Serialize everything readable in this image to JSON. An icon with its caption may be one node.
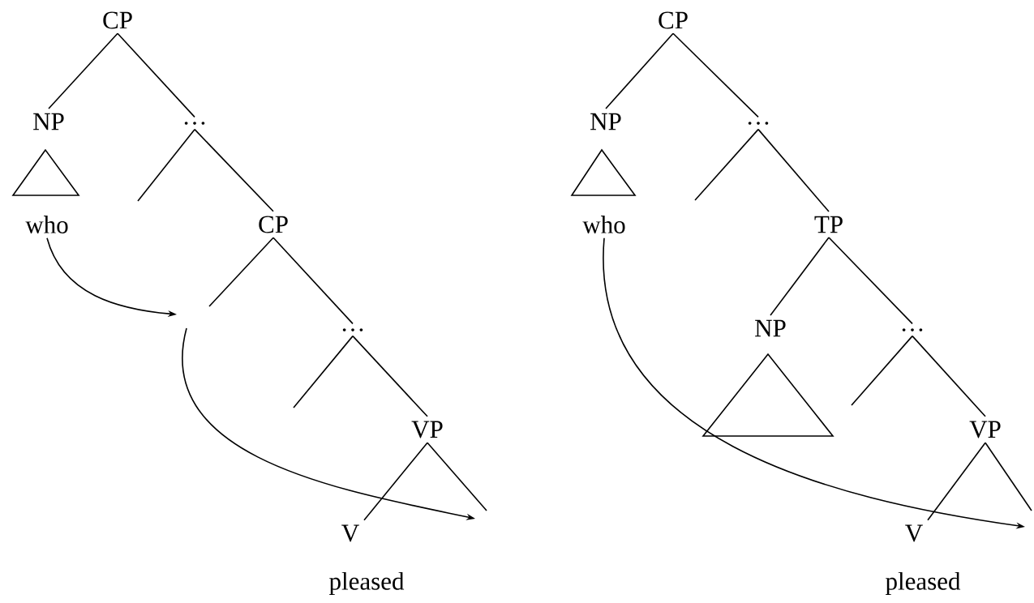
{
  "diagram": {
    "nodes": [
      {
        "text": [
          "CP"
        ]
      },
      {
        "text": [
          "NP"
        ]
      },
      {
        "text": [],
        "shape": "triangle"
      },
      {
        "text": [
          "…"
        ]
      },
      {
        "text": [
          "who"
        ]
      },
      {
        "text": [
          "CP"
        ]
      },
      {
        "text": [
          "…"
        ]
      },
      {
        "text": [
          "VP"
        ]
      },
      {
        "text": [
          "V"
        ]
      },
      {
        "text": [
          "pleased"
        ]
      },
      {
        "text": [
          "CP"
        ]
      },
      {
        "text": [
          "NP"
        ]
      },
      {
        "text": [],
        "shape": "triangle"
      },
      {
        "text": [
          "…"
        ]
      },
      {
        "text": [
          "who"
        ]
      },
      {
        "text": [
          "TP"
        ]
      },
      {
        "text": [
          "NP"
        ]
      },
      {
        "text": [],
        "shape": "triangle"
      },
      {
        "text": [
          "…"
        ]
      },
      {
        "text": [
          "VP"
        ]
      },
      {
        "text": [
          "V"
        ]
      },
      {
        "text": [
          "pleased"
        ]
      }
    ],
    "edges": [
      {
        "from": 0,
        "to": 1,
        "arrow": "none"
      },
      {
        "from": 0,
        "to": 3,
        "arrow": "none"
      },
      {
        "from": 3,
        "to": null,
        "arrow": "none"
      },
      {
        "from": 3,
        "to": 5,
        "arrow": "none"
      },
      {
        "from": 5,
        "to": null,
        "arrow": "none"
      },
      {
        "from": 5,
        "to": 6,
        "arrow": "none"
      },
      {
        "from": 6,
        "to": null,
        "arrow": "none"
      },
      {
        "from": 6,
        "to": 7,
        "arrow": "none"
      },
      {
        "from": 7,
        "to": 8,
        "arrow": "none"
      },
      {
        "from": 7,
        "to": null,
        "arrow": "none"
      },
      {
        "from": 4,
        "to": null,
        "arrow": "to"
      },
      {
        "from": 10,
        "to": 11,
        "arrow": "none"
      },
      {
        "from": 10,
        "to": 13,
        "arrow": "none"
      },
      {
        "from": 13,
        "to": null,
        "arrow": "none"
      },
      {
        "from": 13,
        "to": 15,
        "arrow": "none"
      },
      {
        "from": 15,
        "to": 16,
        "arrow": "none"
      },
      {
        "from": 15,
        "to": 18,
        "arrow": "none"
      },
      {
        "from": 18,
        "to": null,
        "arrow": "none"
      },
      {
        "from": 18,
        "to": 19,
        "arrow": "none"
      },
      {
        "from": 19,
        "to": 20,
        "arrow": "none"
      },
      {
        "from": 19,
        "to": null,
        "arrow": "none"
      },
      {
        "from": 14,
        "to": null,
        "arrow": "to"
      }
    ]
  }
}
